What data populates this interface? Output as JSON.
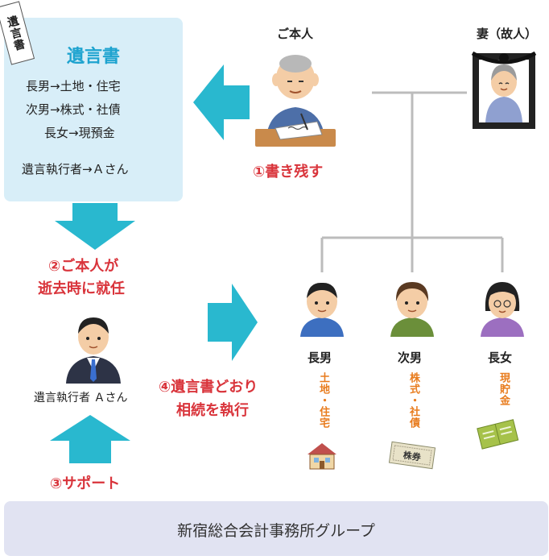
{
  "will": {
    "tag": "遺言書",
    "title": "遺言書",
    "lines": [
      "長男→土地・住宅",
      "次男→株式・社債",
      "長女→現預金"
    ],
    "executor_line": "遺言執行者→Ａさん"
  },
  "people": {
    "principal": "ご本人",
    "wife": "妻（故人）",
    "eldest_son": "長男",
    "second_son": "次男",
    "eldest_daughter": "長女",
    "executor": "遺言執行者 Ａさん"
  },
  "steps": {
    "s1": "①書き残す",
    "s2_line1": "②ご本人が",
    "s2_line2": "逝去時に就任",
    "s3": "③サポート",
    "s4_line1": "④遺言書どおり",
    "s4_line2": "相続を執行"
  },
  "inheritance": {
    "eldest_son": "土地・住宅",
    "second_son": "株式・社債",
    "eldest_daughter": "現貯金"
  },
  "icons": {
    "house": "house-icon",
    "stock": "stock-certificate-icon",
    "cash": "bankbook-icon"
  },
  "stock_icon_text": "株券",
  "footer": "新宿総合会計事務所グループ",
  "colors": {
    "arrow": "#29b8cf",
    "accent_red": "#d9343b",
    "accent_orange": "#e87c1e",
    "will_box": "#d8eef8",
    "footer_bar": "#e1e3f2"
  }
}
